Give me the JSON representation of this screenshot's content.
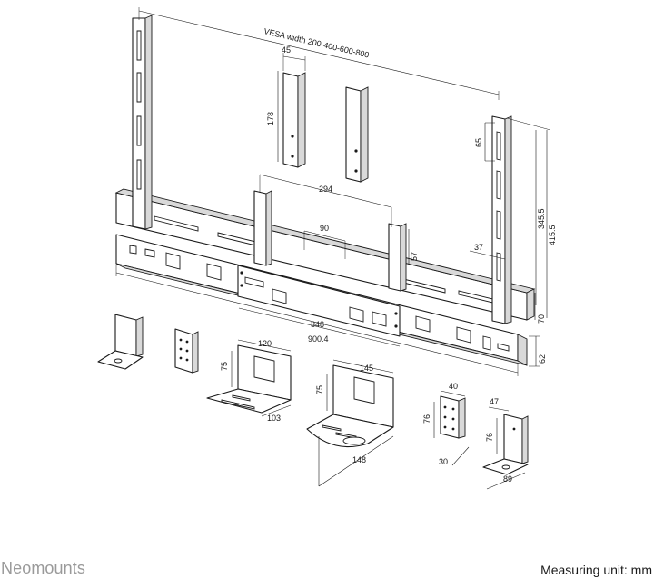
{
  "brand": "Neomounts",
  "measuring_unit": "Measuring unit: mm",
  "dimensions": {
    "vesa_width": "VESA width 200-400-600-800",
    "adapter_width": "45",
    "adapter_height": "178",
    "slot_spacing": "65",
    "arm_height_1": "345.5",
    "arm_height_2": "415.5",
    "center_spacing": "294",
    "slot_gap": "90",
    "bracket_height": "57",
    "arm_width": "37",
    "bar_height_1": "70",
    "bar_height_2": "62",
    "inner_width": "348",
    "total_width": "900.4",
    "shelf_small_width": "120",
    "shelf_small_height": "75",
    "shelf_small_depth": "103",
    "shelf_large_width": "145",
    "shelf_large_height": "75",
    "shelf_large_depth": "148",
    "plate_width": "40",
    "plate_height": "76",
    "plate_depth": "30",
    "lbracket_width": "47",
    "lbracket_height": "76",
    "lbracket_depth": "89"
  }
}
